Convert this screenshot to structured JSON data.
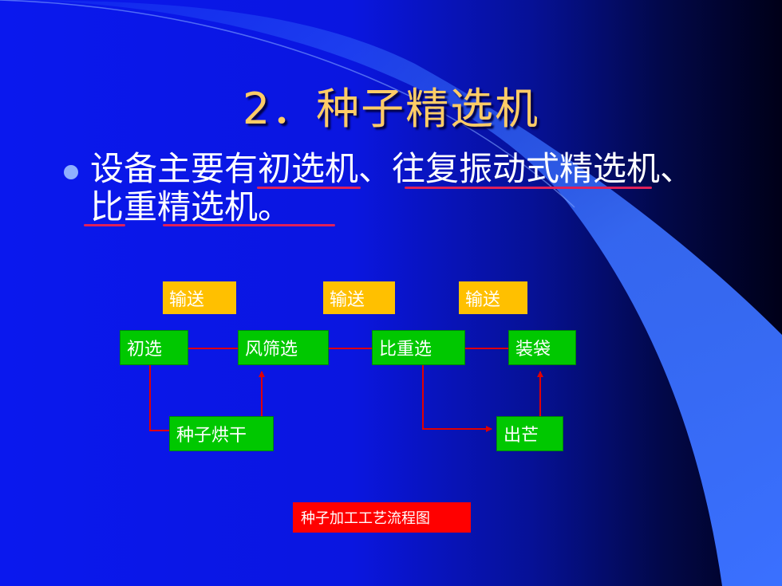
{
  "slide": {
    "title": "2．种子精选机",
    "bullet": {
      "line1": "设备主要有初选机、往复振动式精选机、",
      "line2": "比重精选机。"
    }
  },
  "diagram": {
    "convey_labels": [
      "输送",
      "输送",
      "输送"
    ],
    "nodes": {
      "chuxuan": "初选",
      "fengshaixuan": "风筛选",
      "bizhongxuan": "比重选",
      "zhuangdai": "装袋",
      "hongan": "种子烘干",
      "chumang": "出芒"
    },
    "caption": "种子加工工艺流程图"
  },
  "colors": {
    "title": "#ffcc66",
    "node_fill": "#00c800",
    "convey_fill": "#ffc000",
    "caption_fill": "#ff0000",
    "connector": "#e00000",
    "underline": "#e0205a"
  }
}
